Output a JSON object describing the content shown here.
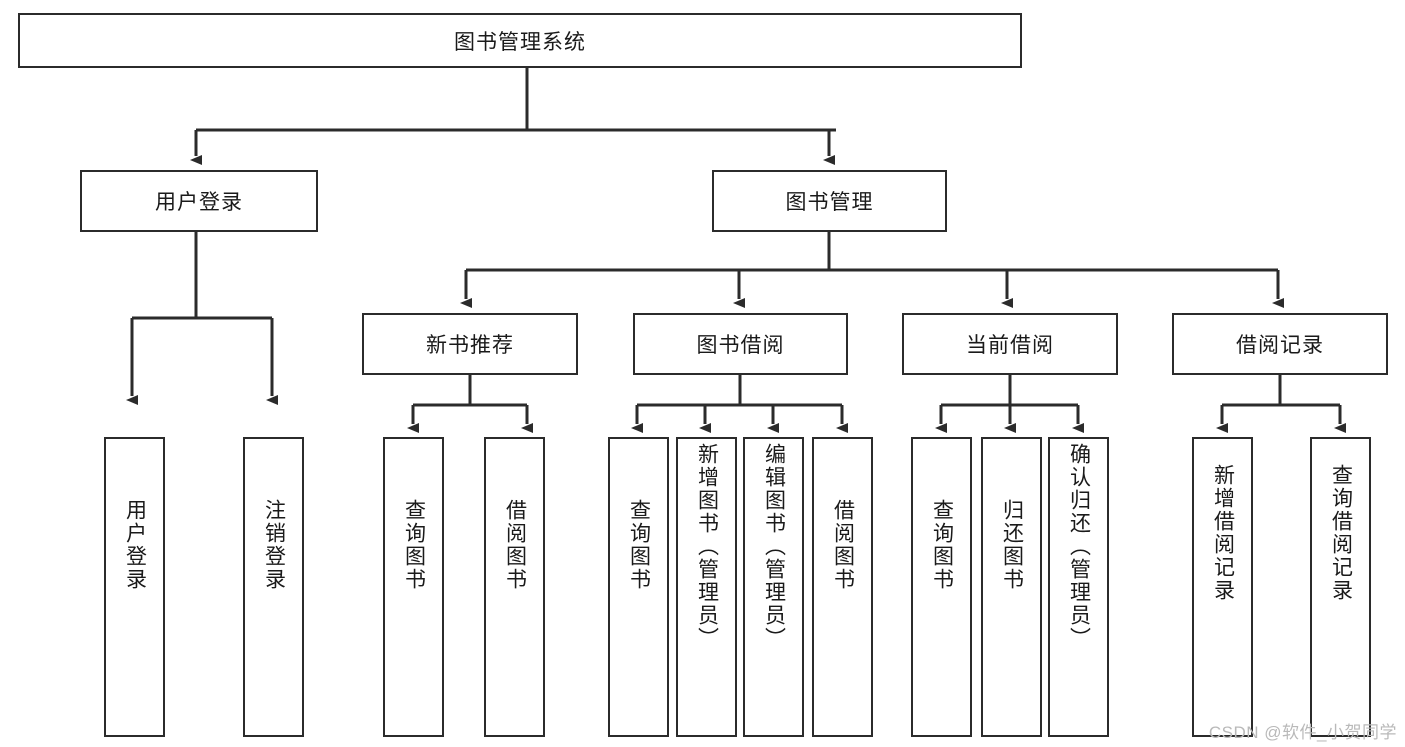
{
  "diagram": {
    "type": "tree-hierarchy",
    "title": "图书管理系统",
    "watermark": "CSDN @软件_小贺同学",
    "colors": {
      "box_border": "#2b2b2b",
      "box_fill": "#ffffff",
      "connector": "#2b2b2b",
      "text": "#1a1a1a",
      "watermark": "#b9b9b9"
    },
    "nodes": {
      "root": {
        "label": "图书管理系统"
      },
      "level2": [
        {
          "id": "user-login",
          "label": "用户登录"
        },
        {
          "id": "book-management",
          "label": "图书管理"
        }
      ],
      "level3": [
        {
          "id": "new-book-recommend",
          "label": "新书推荐"
        },
        {
          "id": "book-borrow",
          "label": "图书借阅"
        },
        {
          "id": "current-borrow",
          "label": "当前借阅"
        },
        {
          "id": "borrow-record",
          "label": "借阅记录"
        }
      ],
      "leaves": {
        "user_login": [
          {
            "id": "leaf-user-login",
            "label": "用户登录"
          },
          {
            "id": "leaf-logout",
            "label": "注销登录"
          }
        ],
        "new_book_recommend": [
          {
            "id": "leaf-query-book-1",
            "label": "查询图书"
          },
          {
            "id": "leaf-borrow-book-1",
            "label": "借阅图书"
          }
        ],
        "book_borrow": [
          {
            "id": "leaf-query-book-2",
            "label": "查询图书"
          },
          {
            "id": "leaf-add-book",
            "label": "新增图书（管理员）"
          },
          {
            "id": "leaf-edit-book",
            "label": "编辑图书（管理员）"
          },
          {
            "id": "leaf-borrow-book-2",
            "label": "借阅图书"
          }
        ],
        "current_borrow": [
          {
            "id": "leaf-query-book-3",
            "label": "查询图书"
          },
          {
            "id": "leaf-return-book",
            "label": "归还图书"
          },
          {
            "id": "leaf-confirm-return",
            "label": "确认归还（管理员）"
          }
        ],
        "borrow_record": [
          {
            "id": "leaf-add-record",
            "label": "新增借阅记录"
          },
          {
            "id": "leaf-query-record",
            "label": "查询借阅记录"
          }
        ]
      }
    }
  }
}
